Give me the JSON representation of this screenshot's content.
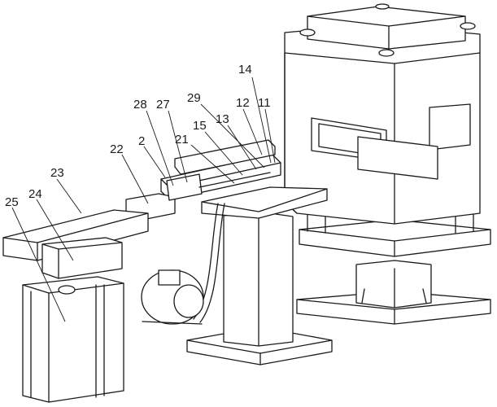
{
  "callouts": [
    {
      "id": "c14",
      "text": "14"
    },
    {
      "id": "c29",
      "text": "29"
    },
    {
      "id": "c12",
      "text": "12"
    },
    {
      "id": "c11",
      "text": "11"
    },
    {
      "id": "c28",
      "text": "28"
    },
    {
      "id": "c27",
      "text": "27"
    },
    {
      "id": "c13",
      "text": "13"
    },
    {
      "id": "c15",
      "text": "15"
    },
    {
      "id": "c21",
      "text": "21"
    },
    {
      "id": "c2",
      "text": "2"
    },
    {
      "id": "c22",
      "text": "22"
    },
    {
      "id": "c23",
      "text": "23"
    },
    {
      "id": "c24",
      "text": "24"
    },
    {
      "id": "c25",
      "text": "25"
    }
  ]
}
